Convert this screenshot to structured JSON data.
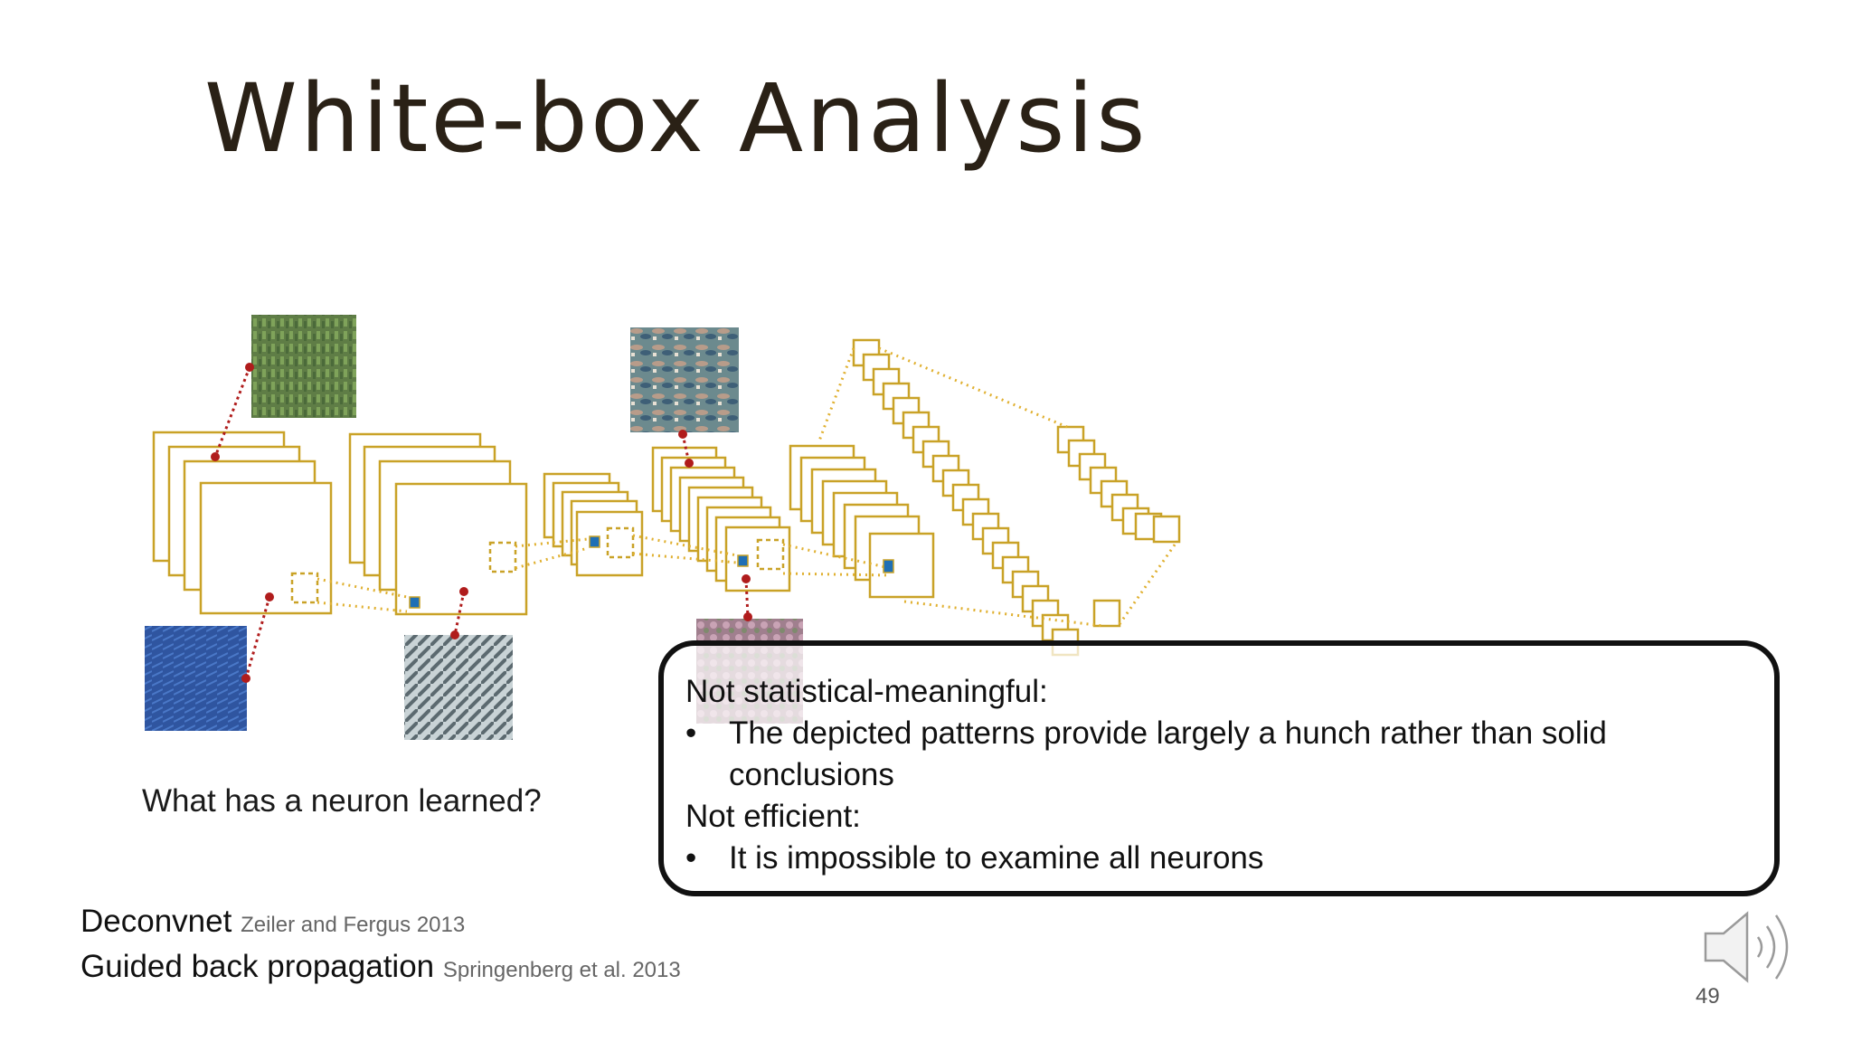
{
  "slide": {
    "title": "White-box Analysis",
    "question": "What has a neuron learned?",
    "page_number": "49"
  },
  "callout": {
    "heading1": "Not statistical-meaningful:",
    "bullet1": "The depicted patterns provide largely a hunch rather than solid conclusions",
    "heading2": "Not efficient:",
    "bullet2": "It is impossible to examine all neurons",
    "bullet_symbol": "•"
  },
  "references": [
    {
      "method": "Deconvnet",
      "citation": "Zeiler and Fergus 2013"
    },
    {
      "method": "Guided back propagation",
      "citation": "Springenberg et al. 2013"
    }
  ],
  "colors": {
    "layer_stroke": "#c9a227",
    "link_dotted": "#e0b030",
    "pointer_red": "#b01c1c",
    "neuron_blue": "#1f6fb5"
  },
  "icons": {
    "speaker": "speaker-icon"
  }
}
